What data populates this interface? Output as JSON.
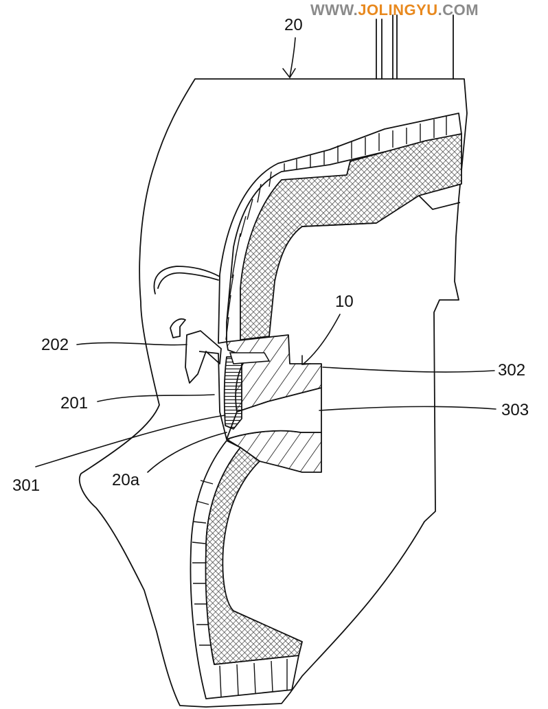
{
  "watermark": {
    "prefix": "WWW.",
    "brand": "JOLINGYU",
    "suffix": ".COM",
    "accent_color": "#e8891f"
  },
  "labels": {
    "ref_20": "20",
    "ref_10": "10",
    "ref_202": "202",
    "ref_201": "201",
    "ref_301": "301",
    "ref_20a": "20a",
    "ref_302": "302",
    "ref_303": "303"
  }
}
